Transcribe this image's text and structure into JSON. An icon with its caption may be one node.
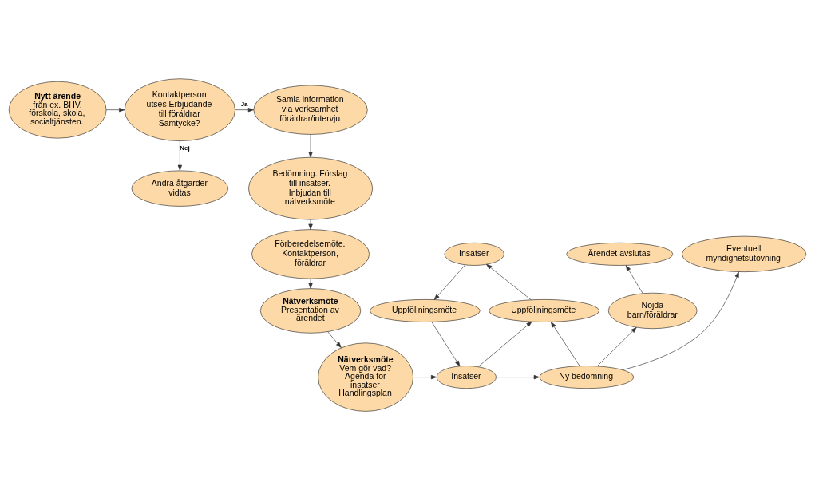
{
  "diagram": {
    "nodes": [
      {
        "text": [
          "Nytt ärende",
          "från ex. BHV, förskola, skola, socialtjänsten."
        ]
      },
      {
        "text": [
          "Kontaktperson utses Erbjudande till föräldrar Samtycke?"
        ]
      },
      {
        "text": [
          "Samla information via verksamhet föräldrar/intervju"
        ]
      },
      {
        "text": [
          "Andra åtgärder vidtas"
        ]
      },
      {
        "text": [
          "Bedömning. Förslag till insatser. Inbjudan till nätverksmöte"
        ]
      },
      {
        "text": [
          "Förberedelsemöte. Kontaktperson, föräldrar"
        ]
      },
      {
        "text": [
          "Nätverksmöte",
          "Presentation av ärendet"
        ]
      },
      {
        "text": [
          "Nätverksmöte",
          "Vem gör vad? Agenda för insatser Handlingsplan"
        ]
      },
      {
        "text": [
          "Insatser"
        ]
      },
      {
        "text": [
          "Ny bedömning"
        ]
      },
      {
        "text": [
          "Nöjda barn/föräldrar"
        ]
      },
      {
        "text": [
          "Ärendet avslutas"
        ]
      },
      {
        "text": [
          "Eventuell myndighetsutövning"
        ]
      },
      {
        "text": [
          "Uppföljningsmöte"
        ]
      },
      {
        "text": [
          "Insatser"
        ]
      },
      {
        "text": [
          "Uppföljningsmöte"
        ]
      }
    ],
    "edges": [
      {
        "from": 0,
        "to": 1,
        "arrow": "to"
      },
      {
        "from": 1,
        "to": 2,
        "arrow": "to",
        "label": "Ja"
      },
      {
        "from": 1,
        "to": 3,
        "arrow": "to",
        "label": "Nej"
      },
      {
        "from": 2,
        "to": 4,
        "arrow": "to"
      },
      {
        "from": 4,
        "to": 5,
        "arrow": "to"
      },
      {
        "from": 5,
        "to": 6,
        "arrow": "to"
      },
      {
        "from": 6,
        "to": 7,
        "arrow": "to"
      },
      {
        "from": 7,
        "to": 8,
        "arrow": "to"
      },
      {
        "from": 8,
        "to": 9,
        "arrow": "to"
      },
      {
        "from": 9,
        "to": 10,
        "arrow": "to"
      },
      {
        "from": 10,
        "to": 11,
        "arrow": "to"
      },
      {
        "from": 9,
        "to": 12,
        "arrow": "to"
      },
      {
        "from": 9,
        "to": 13,
        "arrow": "to"
      },
      {
        "from": 13,
        "to": 14,
        "arrow": "to"
      },
      {
        "from": 14,
        "to": 15,
        "arrow": "to"
      },
      {
        "from": 15,
        "to": 8,
        "arrow": "to"
      },
      {
        "from": 8,
        "to": 13,
        "arrow": "to"
      }
    ]
  }
}
